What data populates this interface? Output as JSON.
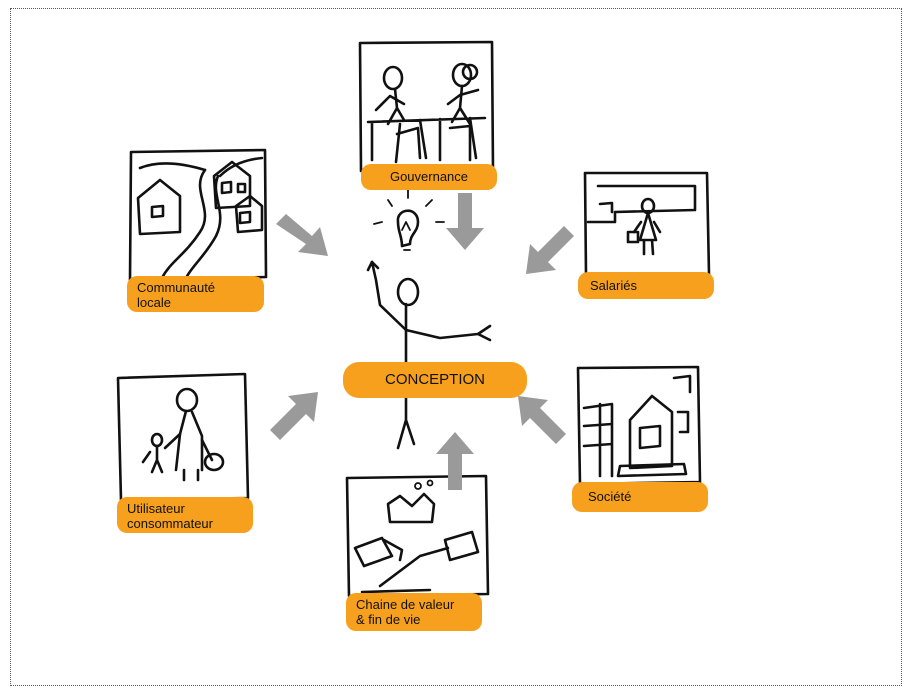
{
  "center": {
    "label": "CONCEPTION"
  },
  "nodes": {
    "gouvernance": {
      "label": "Gouvernance"
    },
    "communaute": {
      "line1": "Communauté",
      "line2": "locale"
    },
    "salaries": {
      "label": "Salariés"
    },
    "utilisateur": {
      "line1": "Utilisateur",
      "line2": "consommateur"
    },
    "societe": {
      "label": "Société"
    },
    "chaine": {
      "line1": "Chaine de valeur",
      "line2": "& fin de vie"
    }
  },
  "colors": {
    "label_fill": "#f7a01e",
    "arrow_fill": "#9a9a9a",
    "ink": "#111111"
  },
  "icons": [
    "lightbulb-icon",
    "stick-figure"
  ]
}
